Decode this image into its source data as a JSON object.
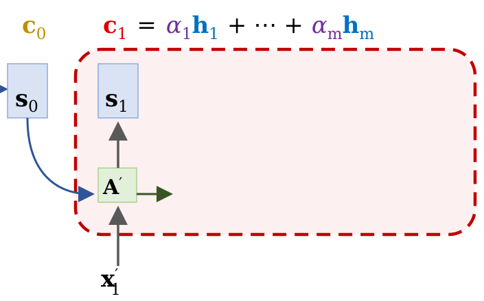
{
  "colors": {
    "c0": "#bf8f00",
    "c1": "#e00000",
    "alpha": "#7030a0",
    "h": "#0070c0",
    "text": "#000000",
    "box_fill": "#dae3f3",
    "box_stroke": "#8faadc",
    "a_fill": "#e2f0d9",
    "a_stroke": "#a9d18e",
    "region_fill": "#fdf0f0",
    "region_stroke": "#c00000",
    "curve_arrow": "#2f5597",
    "gray_arrow": "#595959",
    "green_arrow": "#375623"
  },
  "context": {
    "c0": {
      "base": "c",
      "sub": "0"
    },
    "equation": {
      "lhs_base": "c",
      "lhs_sub": "1",
      "equals": "=",
      "a1": "α",
      "a1_sub": "1",
      "h1": "h",
      "h1_sub": "1",
      "plus1": "+",
      "dots": "⋯",
      "plus2": "+",
      "am": "α",
      "am_sub": "m",
      "hm": "h",
      "hm_sub": "m"
    }
  },
  "nodes": {
    "s0": {
      "base": "s",
      "sub": "0"
    },
    "s1": {
      "base": "s",
      "sub": "1"
    },
    "a_prime": {
      "base": "A",
      "prime": "′"
    },
    "x1": {
      "base": "x",
      "sub": "1",
      "prime": "′"
    }
  }
}
